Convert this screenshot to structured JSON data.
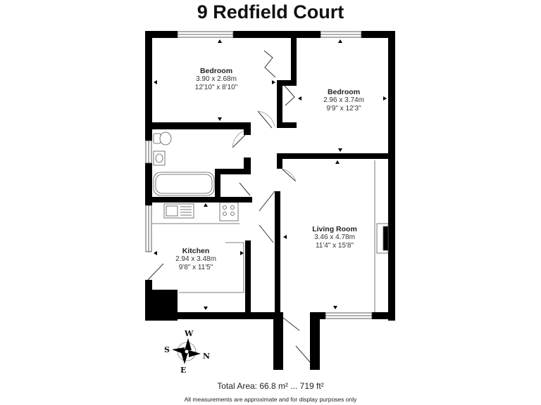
{
  "title": "9 Redfield Court",
  "rooms": [
    {
      "id": "bedroom-1",
      "name": "Bedroom",
      "metric": "3.90 x 2.68m",
      "imperial": "12'10\" x 8'10\""
    },
    {
      "id": "bedroom-2",
      "name": "Bedroom",
      "metric": "2.96 x 3.74m",
      "imperial": "9'9\" x 12'3\""
    },
    {
      "id": "kitchen",
      "name": "Kitchen",
      "metric": "2.94 x 3.48m",
      "imperial": "9'8\" x 11'5\""
    },
    {
      "id": "living-room",
      "name": "Living Room",
      "metric": "3.46 x 4.78m",
      "imperial": "11'4\" x 15'8\""
    }
  ],
  "compass": {
    "top": "W",
    "left": "S",
    "right": "N",
    "bottom": "E"
  },
  "footer": {
    "total_area": "Total Area: 66.8 m² ... 719 ft²",
    "disclaimer": "All measurements are approximate and for display purposes only"
  },
  "colors": {
    "wall": "#000000",
    "fixture": "#555555",
    "background": "#ffffff"
  }
}
